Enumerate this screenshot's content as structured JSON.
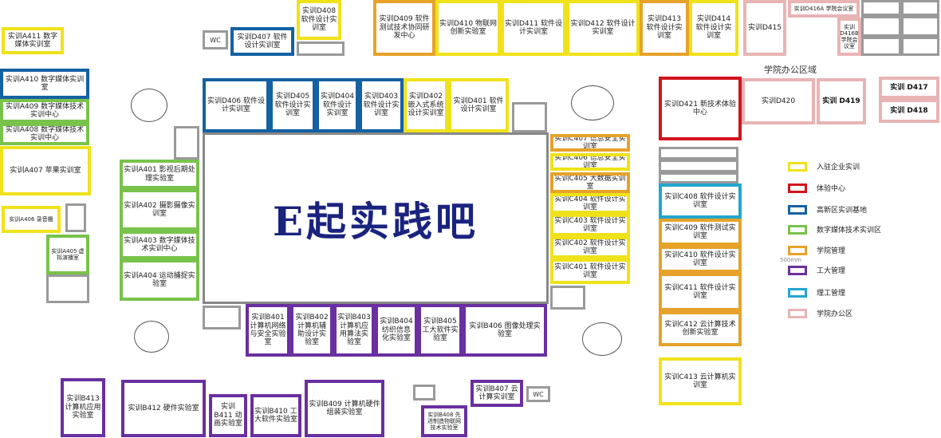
{
  "center_title": "E起实践吧",
  "area_label": "学院办公区域",
  "wc_label": "WC",
  "arrow_note": "500mm",
  "colors": {
    "yellow": "#f0e21a",
    "red": "#d1141c",
    "blue": "#1461a3",
    "green": "#79c24b",
    "orange": "#e7a22a",
    "purple": "#6a2fa0",
    "cyan": "#22a6cf",
    "pink": "#e8b4b4"
  },
  "legend": [
    {
      "label": "入驻企业实训",
      "color": "yellow"
    },
    {
      "label": "体验中心",
      "color": "red"
    },
    {
      "label": "高新区实训基地",
      "color": "blue"
    },
    {
      "label": "数字媒体技术实训区",
      "color": "green"
    },
    {
      "label": "学院管理",
      "color": "orange"
    },
    {
      "label": "工大管理",
      "color": "purple"
    },
    {
      "label": "理工管理",
      "color": "cyan"
    },
    {
      "label": "学院办公区",
      "color": "pink"
    }
  ],
  "rooms": {
    "a411": "实训A411 数字媒体实训室",
    "a410": "实训A410 数字媒体实训室",
    "a409": "实训A409 数字媒体技术实训中心",
    "a408": "实训A408 数字媒体技术实训中心",
    "a407": "实训A407 苹果实训室",
    "a406": "实训A406 录音棚",
    "a405": "实训A405 虚拟演播室",
    "a401": "实训A401 影视后期处理实验室",
    "a402": "实训A402 摄影摄像实训室",
    "a403": "实训A403 数字媒体技术实训中心",
    "a404": "实训A404 运动捕捉实验室",
    "d407": "实训D407 软件设计实训室",
    "d408": "实训D408 软件设计实训室",
    "d409": "实训D409 软件测试技术协同研发中心",
    "d410": "实训D410 物联网创新实验室",
    "d411": "实训D411 软件设计实训室",
    "d412": "实训D412 软件设计实训室",
    "d413": "实训D413 软件设计实训室",
    "d414": "实训D414 软件设计实训室",
    "d415": "实训D415",
    "d416a": "实训D416A 学院会议室",
    "d416b": "实训D416B 学院会议室",
    "d406": "实训D406 软件设计实训室",
    "d405": "实训D405 软件设计实训室",
    "d404": "实训D404 软件设计实训室",
    "d403": "实训D403 软件设计实训室",
    "d402": "实训D402 嵌入式系统设计实训室",
    "d401": "实训D401 软件设计实训室",
    "d421": "实训D421 新技术体验中心",
    "d420": "实训D420",
    "d419": "实训 D419",
    "d417": "实训 D417",
    "d418": "实训 D418",
    "c407": "实训C407 信息安全实训室",
    "c406": "实训C406 信息安全实训室",
    "c405": "实训C405 大数据实训室",
    "c404": "实训C404 软件设计实训室",
    "c403": "实训C403 软件设计实训室",
    "c402": "实训C402 软件设计实训室",
    "c401": "实训C401 软件设计实训室",
    "c408": "实训C408 软件设计实训室",
    "c409": "实训C409 软件测试实训室",
    "c410": "实训C410 软件设计实训室",
    "c411": "实训C411 软件设计实训室",
    "c412": "实训C412 云计算技术创新实验室",
    "c413": "实训C413 云计算机实训室",
    "b401": "实训B401 计算机网络与安全实验室",
    "b402": "实训B402 计算机辅助设计实验室",
    "b403": "实训B403 计算机应用算法实验室",
    "b404": "实训B404 纺织信息化实验室",
    "b405": "实训B405 工大软件实验室",
    "b406": "实训B406 图像处理实验室",
    "b407": "实训B407 云计算实训室",
    "b408": "实训B408 先进制造物联网技术实验室",
    "b409": "实训B409 计算机硬件组装实验室",
    "b410": "实训B410 工大软件实验室",
    "b411": "实训B411 动画实验室",
    "b412": "实训B412 硬件实验室",
    "b413": "实训B413 计算机应用实验室"
  }
}
